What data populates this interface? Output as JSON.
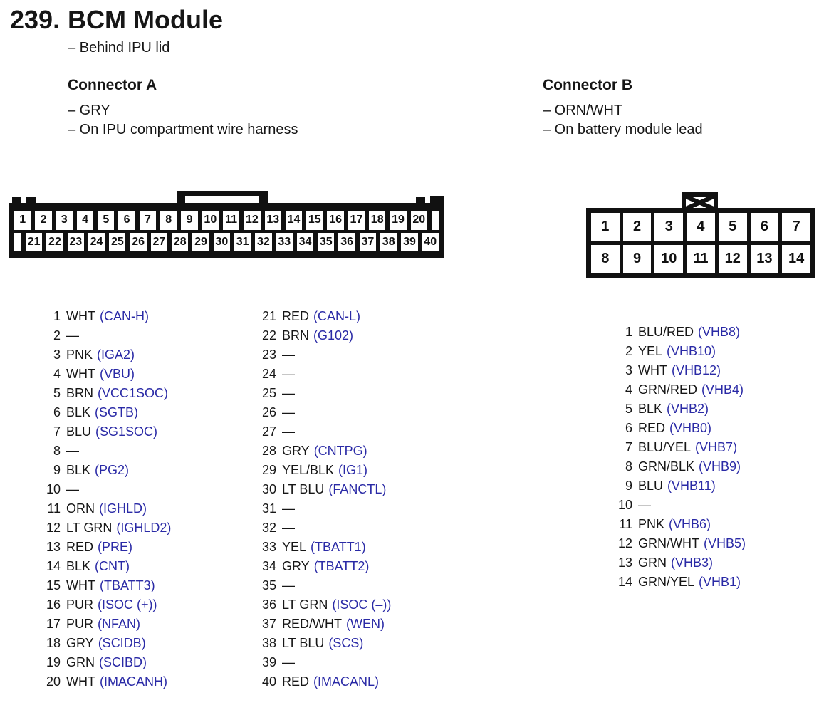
{
  "page": {
    "title_number": "239.",
    "title": "BCM Module",
    "subtitle": "– Behind IPU lid"
  },
  "colors": {
    "signal_text": "#2a2aa6",
    "body_text": "#161616",
    "diagram_ink": "#111111",
    "background": "#ffffff"
  },
  "connector_a": {
    "heading": "Connector A",
    "notes": [
      "– GRY",
      "– On IPU compartment wire harness"
    ],
    "diagram": {
      "row1": [
        "1",
        "2",
        "3",
        "4",
        "5",
        "6",
        "7",
        "8",
        "9",
        "10",
        "11",
        "12",
        "13",
        "14",
        "15",
        "16",
        "17",
        "18",
        "19",
        "20"
      ],
      "row2": [
        "21",
        "22",
        "23",
        "24",
        "25",
        "26",
        "27",
        "28",
        "29",
        "30",
        "31",
        "32",
        "33",
        "34",
        "35",
        "36",
        "37",
        "38",
        "39",
        "40"
      ]
    },
    "pins_col1": [
      {
        "n": "1",
        "wire": "WHT",
        "signal": "(CAN-H)"
      },
      {
        "n": "2",
        "wire": "—",
        "signal": ""
      },
      {
        "n": "3",
        "wire": "PNK",
        "signal": "(IGA2)"
      },
      {
        "n": "4",
        "wire": "WHT",
        "signal": "(VBU)"
      },
      {
        "n": "5",
        "wire": "BRN",
        "signal": "(VCC1SOC)"
      },
      {
        "n": "6",
        "wire": "BLK",
        "signal": "(SGTB)"
      },
      {
        "n": "7",
        "wire": "BLU",
        "signal": "(SG1SOC)"
      },
      {
        "n": "8",
        "wire": "—",
        "signal": ""
      },
      {
        "n": "9",
        "wire": "BLK",
        "signal": "(PG2)"
      },
      {
        "n": "10",
        "wire": "—",
        "signal": ""
      },
      {
        "n": "11",
        "wire": "ORN",
        "signal": "(IGHLD)"
      },
      {
        "n": "12",
        "wire": "LT GRN",
        "signal": "(IGHLD2)"
      },
      {
        "n": "13",
        "wire": "RED",
        "signal": "(PRE)"
      },
      {
        "n": "14",
        "wire": "BLK",
        "signal": "(CNT)"
      },
      {
        "n": "15",
        "wire": "WHT",
        "signal": "(TBATT3)"
      },
      {
        "n": "16",
        "wire": "PUR",
        "signal": "(ISOC (+))"
      },
      {
        "n": "17",
        "wire": "PUR",
        "signal": "(NFAN)"
      },
      {
        "n": "18",
        "wire": "GRY",
        "signal": "(SCIDB)"
      },
      {
        "n": "19",
        "wire": "GRN",
        "signal": "(SCIBD)"
      },
      {
        "n": "20",
        "wire": "WHT",
        "signal": "(IMACANH)"
      }
    ],
    "pins_col2": [
      {
        "n": "21",
        "wire": "RED",
        "signal": "(CAN-L)"
      },
      {
        "n": "22",
        "wire": "BRN",
        "signal": "(G102)"
      },
      {
        "n": "23",
        "wire": "—",
        "signal": ""
      },
      {
        "n": "24",
        "wire": "—",
        "signal": ""
      },
      {
        "n": "25",
        "wire": "—",
        "signal": ""
      },
      {
        "n": "26",
        "wire": "—",
        "signal": ""
      },
      {
        "n": "27",
        "wire": "—",
        "signal": ""
      },
      {
        "n": "28",
        "wire": "GRY",
        "signal": "(CNTPG)"
      },
      {
        "n": "29",
        "wire": "YEL/BLK",
        "signal": "(IG1)"
      },
      {
        "n": "30",
        "wire": "LT BLU",
        "signal": "(FANCTL)"
      },
      {
        "n": "31",
        "wire": "—",
        "signal": ""
      },
      {
        "n": "32",
        "wire": "—",
        "signal": ""
      },
      {
        "n": "33",
        "wire": "YEL",
        "signal": "(TBATT1)"
      },
      {
        "n": "34",
        "wire": "GRY",
        "signal": "(TBATT2)"
      },
      {
        "n": "35",
        "wire": "—",
        "signal": ""
      },
      {
        "n": "36",
        "wire": "LT GRN",
        "signal": "(ISOC (–))"
      },
      {
        "n": "37",
        "wire": "RED/WHT",
        "signal": "(WEN)"
      },
      {
        "n": "38",
        "wire": "LT BLU",
        "signal": "(SCS)"
      },
      {
        "n": "39",
        "wire": "—",
        "signal": ""
      },
      {
        "n": "40",
        "wire": "RED",
        "signal": "(IMACANL)"
      }
    ]
  },
  "connector_b": {
    "heading": "Connector B",
    "notes": [
      "– ORN/WHT",
      "– On battery module lead"
    ],
    "diagram": {
      "row1": [
        "1",
        "2",
        "3",
        "4",
        "5",
        "6",
        "7"
      ],
      "row2": [
        "8",
        "9",
        "10",
        "11",
        "12",
        "13",
        "14"
      ]
    },
    "pins": [
      {
        "n": "1",
        "wire": "BLU/RED",
        "signal": "(VHB8)"
      },
      {
        "n": "2",
        "wire": "YEL",
        "signal": "(VHB10)"
      },
      {
        "n": "3",
        "wire": "WHT",
        "signal": "(VHB12)"
      },
      {
        "n": "4",
        "wire": "GRN/RED",
        "signal": "(VHB4)"
      },
      {
        "n": "5",
        "wire": "BLK",
        "signal": "(VHB2)"
      },
      {
        "n": "6",
        "wire": "RED",
        "signal": "(VHB0)"
      },
      {
        "n": "7",
        "wire": "BLU/YEL",
        "signal": "(VHB7)"
      },
      {
        "n": "8",
        "wire": "GRN/BLK",
        "signal": "(VHB9)"
      },
      {
        "n": "9",
        "wire": "BLU",
        "signal": "(VHB11)"
      },
      {
        "n": "10",
        "wire": "—",
        "signal": ""
      },
      {
        "n": "11",
        "wire": "PNK",
        "signal": "(VHB6)"
      },
      {
        "n": "12",
        "wire": "GRN/WHT",
        "signal": "(VHB5)"
      },
      {
        "n": "13",
        "wire": "GRN",
        "signal": "(VHB3)"
      },
      {
        "n": "14",
        "wire": "GRN/YEL",
        "signal": "(VHB1)"
      }
    ]
  }
}
